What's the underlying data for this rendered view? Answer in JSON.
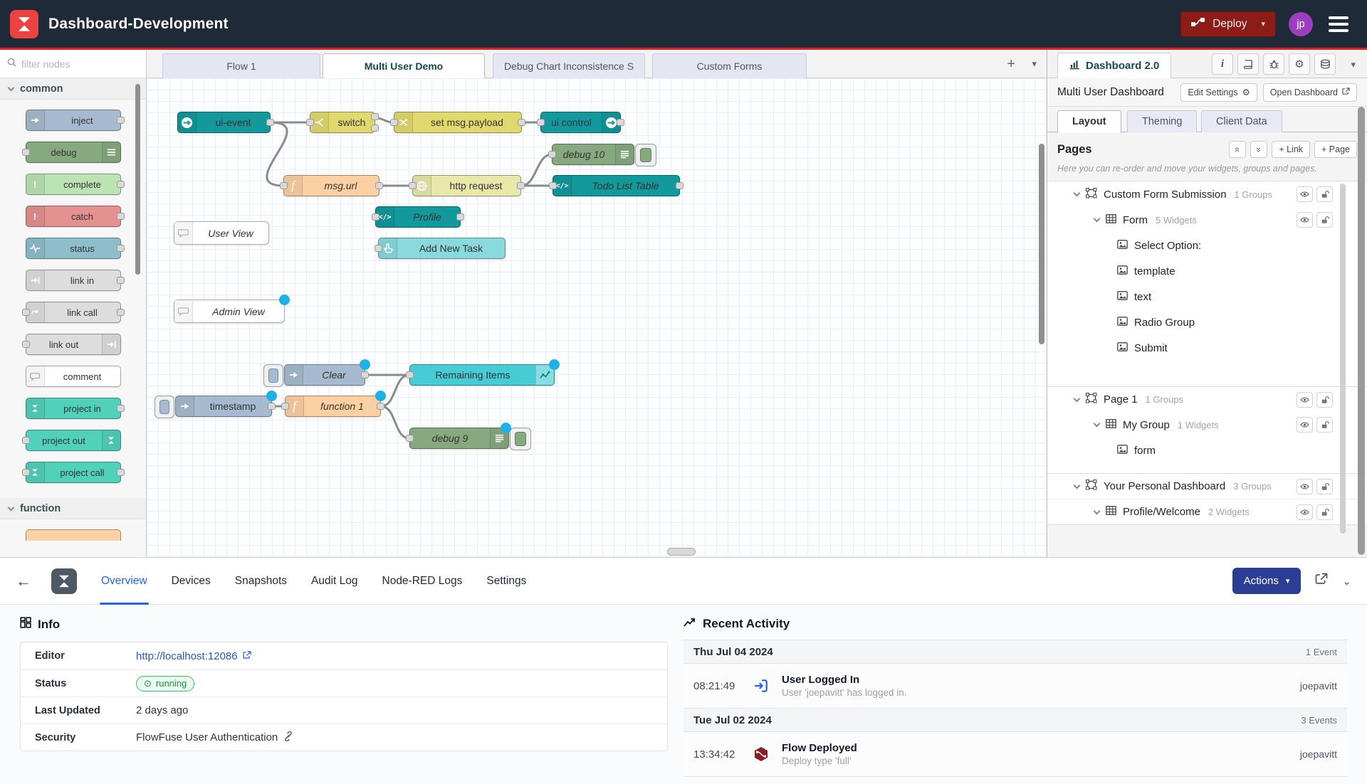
{
  "header": {
    "title": "Dashboard-Development",
    "deploy_label": "Deploy",
    "avatar_initials": "jp",
    "colors": {
      "bar": "#1e2a38",
      "accent_line": "#d92027",
      "logo_red": "#ee4141",
      "deploy_red": "#8c1c16",
      "avatar_purple": "#9b3fc0"
    }
  },
  "workspace_tabs": [
    {
      "label": "Flow 1",
      "active": false
    },
    {
      "label": "Multi User Demo",
      "active": true
    },
    {
      "label": "Debug Chart Inconsistence S",
      "active": false
    },
    {
      "label": "Custom Forms",
      "active": false
    }
  ],
  "palette": {
    "filter_placeholder": "filter nodes",
    "sections": [
      {
        "label": "common"
      },
      {
        "label": "function"
      }
    ],
    "items": [
      {
        "label": "inject",
        "color": "#a6bbcf"
      },
      {
        "label": "debug",
        "color": "#87a980"
      },
      {
        "label": "complete",
        "color": "#bce3b4"
      },
      {
        "label": "catch",
        "color": "#e49191"
      },
      {
        "label": "status",
        "color": "#8fbecb"
      },
      {
        "label": "link in",
        "color": "#dddddd"
      },
      {
        "label": "link call",
        "color": "#dddddd"
      },
      {
        "label": "link out",
        "color": "#dddddd"
      },
      {
        "label": "comment",
        "color": "#ffffff"
      },
      {
        "label": "project in",
        "color": "#51d1bb"
      },
      {
        "label": "project out",
        "color": "#51d1bb"
      },
      {
        "label": "project call",
        "color": "#51d1bb"
      }
    ]
  },
  "canvas": {
    "nodes": [
      {
        "label": "ui-event",
        "color": "#13989c"
      },
      {
        "label": "switch",
        "color": "#e2d96e"
      },
      {
        "label": "set msg.payload",
        "color": "#e2d96e"
      },
      {
        "label": "ui control",
        "color": "#13989c"
      },
      {
        "label": "debug 10",
        "color": "#87a980"
      },
      {
        "label": "msg.url",
        "color": "#fbd0a2"
      },
      {
        "label": "http request",
        "color": "#e8e8ab"
      },
      {
        "label": "Todo List Table",
        "color": "#13989c"
      },
      {
        "label": "Profile",
        "color": "#13989c"
      },
      {
        "label": "User View",
        "color": "#ffffff"
      },
      {
        "label": "Add New Task",
        "color": "#8ad9dc"
      },
      {
        "label": "Admin View",
        "color": "#ffffff"
      },
      {
        "label": "Clear",
        "color": "#a6bbcf"
      },
      {
        "label": "Remaining Items",
        "color": "#46ccd5"
      },
      {
        "label": "timestamp",
        "color": "#a6bbcf"
      },
      {
        "label": "function 1",
        "color": "#fbd0a2"
      },
      {
        "label": "debug 9",
        "color": "#87a980"
      }
    ]
  },
  "sidebar": {
    "tab_label": "Dashboard 2.0",
    "dashboard_name": "Multi User Dashboard",
    "edit_settings_label": "Edit Settings",
    "open_dashboard_label": "Open Dashboard",
    "tabs": [
      {
        "label": "Layout",
        "active": true
      },
      {
        "label": "Theming",
        "active": false
      },
      {
        "label": "Client Data",
        "active": false
      }
    ],
    "pages": {
      "title": "Pages",
      "link_button": "+ Link",
      "page_button": "+ Page",
      "helper": "Here you can re-order and move your widgets, groups and pages."
    },
    "tree": [
      {
        "type": "page",
        "label": "Custom Form Submission",
        "meta": "1 Groups"
      },
      {
        "type": "group",
        "label": "Form",
        "meta": "5 Widgets"
      },
      {
        "type": "widget",
        "label": "Select Option:"
      },
      {
        "type": "widget",
        "label": "template"
      },
      {
        "type": "widget",
        "label": "text"
      },
      {
        "type": "widget",
        "label": "Radio Group"
      },
      {
        "type": "widget",
        "label": "Submit"
      },
      {
        "type": "page",
        "label": "Page 1",
        "meta": "1 Groups"
      },
      {
        "type": "group",
        "label": "My Group",
        "meta": "1 Widgets"
      },
      {
        "type": "widget",
        "label": "form"
      },
      {
        "type": "page",
        "label": "Your Personal Dashboard",
        "meta": "3 Groups"
      },
      {
        "type": "group",
        "label": "Profile/Welcome",
        "meta": "2 Widgets"
      }
    ]
  },
  "bottom": {
    "tabs": [
      {
        "label": "Overview",
        "active": true
      },
      {
        "label": "Devices",
        "active": false
      },
      {
        "label": "Snapshots",
        "active": false
      },
      {
        "label": "Audit Log",
        "active": false
      },
      {
        "label": "Node-RED Logs",
        "active": false
      },
      {
        "label": "Settings",
        "active": false
      }
    ],
    "actions_label": "Actions",
    "info": {
      "title": "Info",
      "rows": [
        {
          "label": "Editor",
          "value": "http://localhost:12086"
        },
        {
          "label": "Status",
          "value": "running"
        },
        {
          "label": "Last Updated",
          "value": "2 days ago"
        },
        {
          "label": "Security",
          "value": "FlowFuse User Authentication"
        }
      ]
    },
    "activity": {
      "title": "Recent Activity",
      "groups": [
        {
          "date": "Thu Jul 04 2024",
          "count": "1 Event",
          "events": [
            {
              "time": "08:21:49",
              "title": "User Logged In",
              "desc": "User 'joepavitt' has logged in.",
              "user": "joepavitt"
            }
          ]
        },
        {
          "date": "Tue Jul 02 2024",
          "count": "3 Events",
          "events": [
            {
              "time": "13:34:42",
              "title": "Flow Deployed",
              "desc": "Deploy type 'full'",
              "user": "joepavitt"
            }
          ]
        }
      ]
    }
  }
}
